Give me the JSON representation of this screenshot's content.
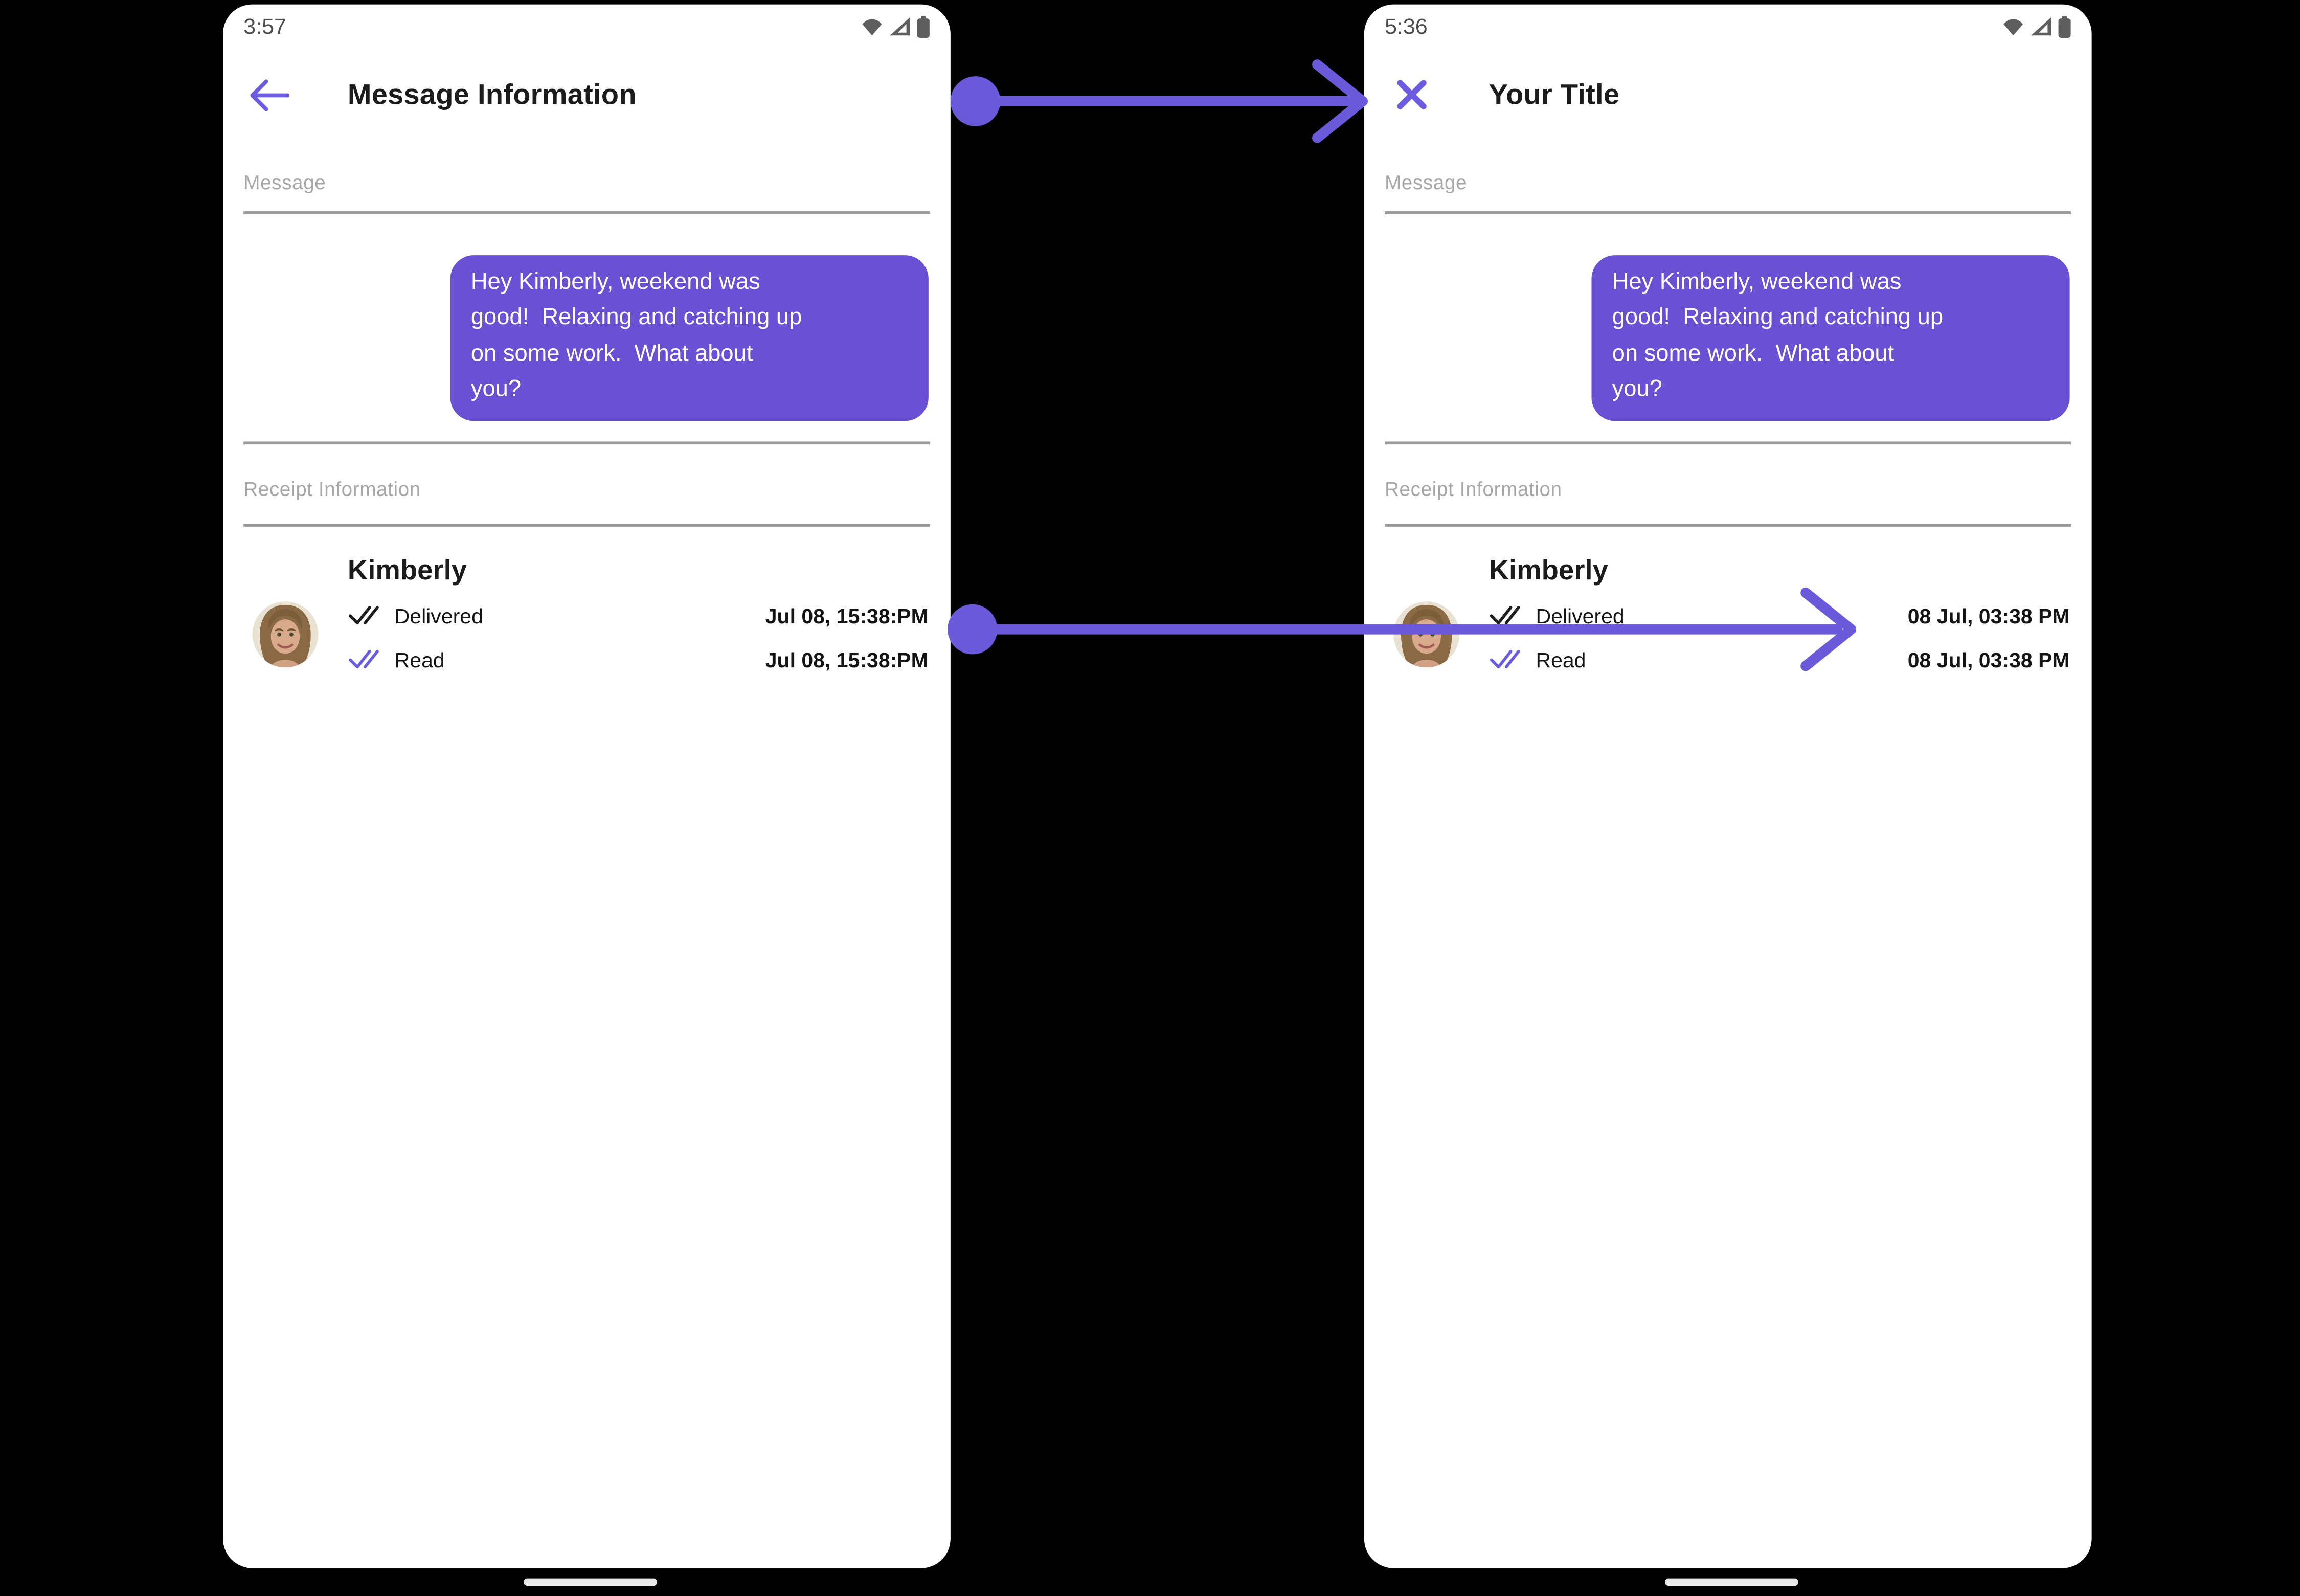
{
  "colors": {
    "accent_purple": "#6C5ADA",
    "bubble_purple": "#6A51D4",
    "read_check_purple": "#6D5BDF",
    "divider_gray": "#9B9B9B",
    "label_gray": "#A7A7A7",
    "status_icon_gray": "#5E5E5E",
    "home_bar_gray": "#E8E8E8"
  },
  "left_phone": {
    "status_time": "3:57",
    "nav_icon": "back-arrow",
    "header_title": "Message Information",
    "message_label": "Message",
    "bubble_text": "Hey Kimberly, weekend was\ngood!  Relaxing and catching up\non some work.  What about\nyou?",
    "receipt_label": "Receipt Information",
    "contact_name": "Kimberly",
    "receipt_rows": [
      {
        "check": "delivered",
        "label": "Delivered",
        "time": "Jul 08, 15:38:PM"
      },
      {
        "check": "read",
        "label": "Read",
        "time": "Jul 08, 15:38:PM"
      }
    ]
  },
  "right_phone": {
    "status_time": "5:36",
    "nav_icon": "close",
    "header_title": "Your Title",
    "message_label": "Message",
    "bubble_text": "Hey Kimberly, weekend was\ngood!  Relaxing and catching up\non some work.  What about\nyou?",
    "receipt_label": "Receipt Information",
    "contact_name": "Kimberly",
    "receipt_rows": [
      {
        "check": "delivered",
        "label": "Delivered",
        "time": "08 Jul, 03:38 PM"
      },
      {
        "check": "read",
        "label": "Read",
        "time": "08 Jul, 03:38 PM"
      }
    ]
  }
}
